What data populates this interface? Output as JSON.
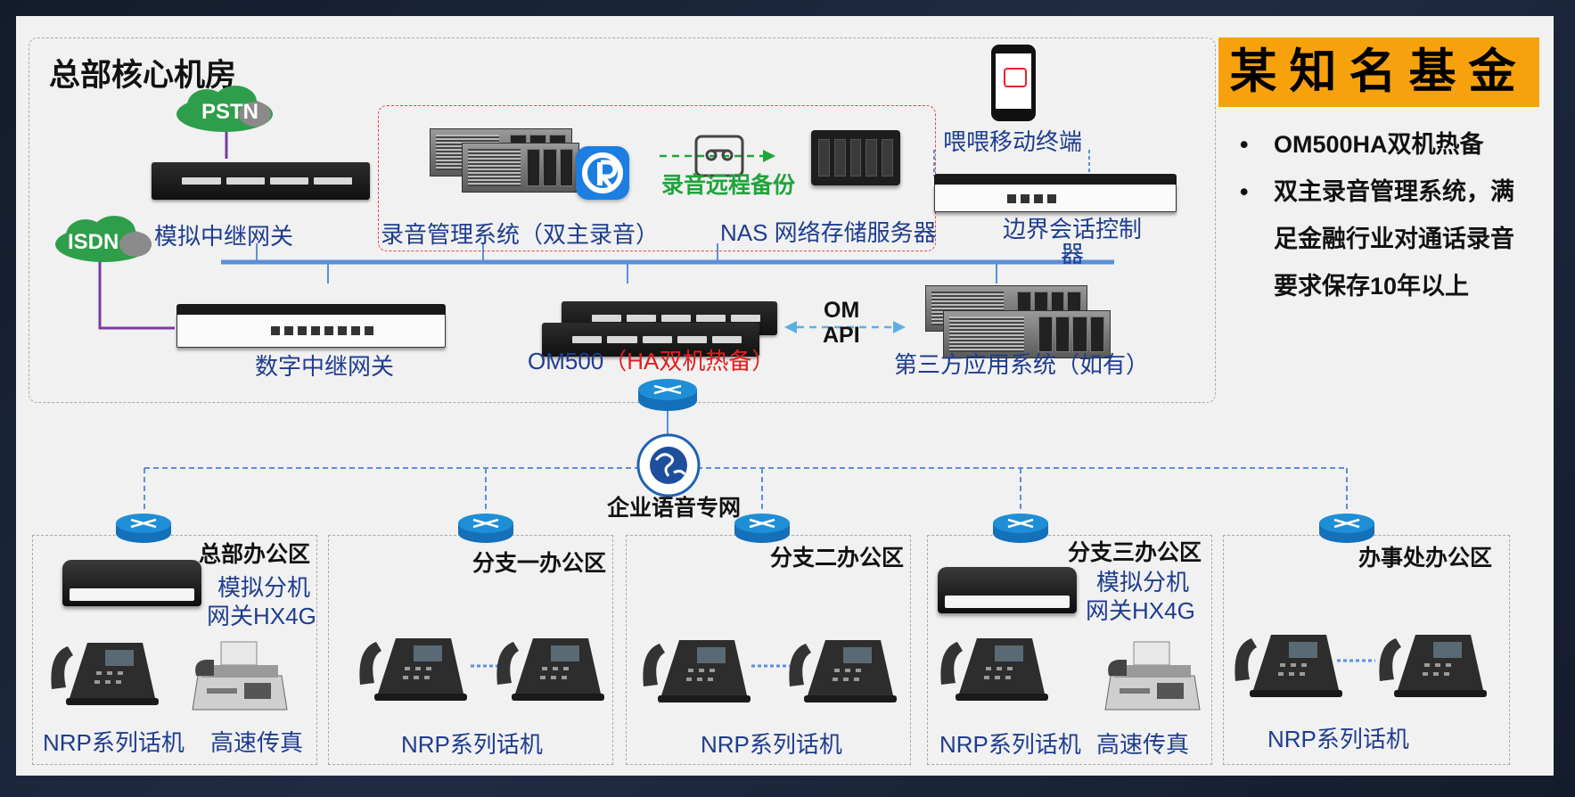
{
  "brand": {
    "title": "某知名基金"
  },
  "bullets": [
    {
      "symbol": "•",
      "text": "OM500HA双机热备"
    },
    {
      "symbol": "•",
      "text": "双主录音管理系统，满足金融行业对通话录音要求保存10年以上"
    }
  ],
  "hq": {
    "title": "总部核心机房",
    "pstn": "PSTN",
    "isdn": "ISDN",
    "analog_gateway": "模拟中继网关",
    "digital_gateway": "数字中继网关",
    "recording_system": "录音管理系统（双主录音）",
    "recording_backup": "录音远程备份",
    "nas": "NAS 网络存储服务器",
    "mobile": "喂喂移动终端",
    "sbc_line1": "边界会话控制",
    "sbc_line2": "器",
    "om500_prefix": "OM500",
    "om500_ha": "（HA双机热备）",
    "om_api_line1": "OM",
    "om_api_line2": "API",
    "third_party": "第三方应用系统（如有）"
  },
  "network": {
    "label": "企业语音专网"
  },
  "offices": [
    {
      "title": "总部办公区",
      "gateway_line1": "模拟分机",
      "gateway_line2": "网关HX4G",
      "phone_label": "NRP系列话机",
      "fax_label": "高速传真"
    },
    {
      "title": "分支一办公区",
      "phone_label": "NRP系列话机"
    },
    {
      "title": "分支二办公区",
      "phone_label": "NRP系列话机"
    },
    {
      "title": "分支三办公区",
      "gateway_line1": "模拟分机",
      "gateway_line2": "网关HX4G",
      "phone_label": "NRP系列话机",
      "fax_label": "高速传真"
    },
    {
      "title": "办事处办公区",
      "phone_label": "NRP系列话机"
    }
  ],
  "colors": {
    "brand_bg": "#f7a10c",
    "label_blue": "#1e3d8f",
    "ha_red": "#e31e1e",
    "backup_green": "#1fa43b",
    "bus_blue": "#5b8fdc",
    "cloud_green": "#2e9e4a",
    "trunk_purple": "#7a3aa3"
  }
}
